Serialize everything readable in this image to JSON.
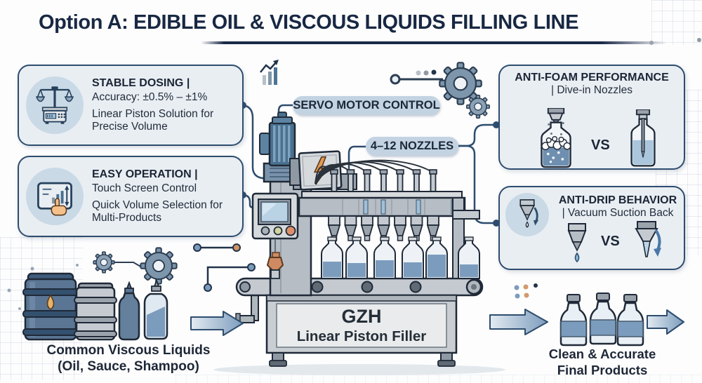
{
  "title": "Option A: EDIBLE OIL & VISCOUS LIQUIDS FILLING LINE",
  "callouts": {
    "stable_dosing": {
      "heading": "STABLE DOSING |",
      "subheading": "Accuracy: ±0.5% – ±1%",
      "body": "Linear Piston Solution for Precise Volume",
      "icon": "scale-icon"
    },
    "easy_operation": {
      "heading": "EASY OPERATION |",
      "subheading": "Touch Screen Control",
      "body": "Quick Volume Selection for Multi-Products",
      "icon": "touchscreen-icon"
    },
    "anti_foam": {
      "heading": "ANTI-FOAM PERFORMANCE",
      "subheading": "| Dive-in Nozzles",
      "vs_label": "VS",
      "left_icon": "foaming-bottle-icon",
      "right_icon": "dive-in-nozzle-bottle-icon"
    },
    "anti_drip": {
      "heading": "ANTI-DRIP BEHAVIOR",
      "subheading": "| Vacuum Suction Back",
      "vs_label": "VS",
      "badge_icon": "nozzle-drop-icon",
      "left_icon": "dripping-nozzle-icon",
      "right_icon": "suction-back-nozzle-icon"
    }
  },
  "machine_labels": {
    "servo_motor": "SERVO MOTOR CONTROL",
    "nozzle_count": "4–12 NOZZLES",
    "name": "GZH",
    "type": "Linear Piston Filler"
  },
  "captions": {
    "input_title": "Common Viscous Liquids",
    "input_subtitle": "(Oil, Sauce, Shampoo)",
    "output_title": "Clean & Accurate",
    "output_subtitle": "Final Products"
  },
  "colors": {
    "title_text": "#182843",
    "outline_navy": "#2e4d6e",
    "callout_fill": "#e9eef3",
    "pill_fill": "#c3d3e2",
    "liquid_blue": "#7c9cbd",
    "accent_orange": "#dd9468"
  }
}
